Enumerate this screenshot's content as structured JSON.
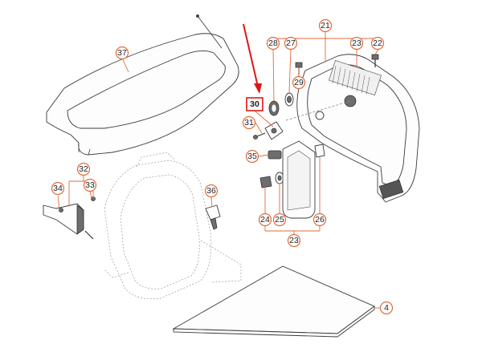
{
  "callouts": [
    {
      "id": "c37",
      "label": "37"
    },
    {
      "id": "c21",
      "label": "21"
    },
    {
      "id": "c28",
      "label": "28"
    },
    {
      "id": "c27",
      "label": "27"
    },
    {
      "id": "c23a",
      "label": "23"
    },
    {
      "id": "c22",
      "label": "22"
    },
    {
      "id": "c29",
      "label": "29"
    },
    {
      "id": "c31",
      "label": "31"
    },
    {
      "id": "c35",
      "label": "35"
    },
    {
      "id": "c32",
      "label": "32"
    },
    {
      "id": "c34",
      "label": "34"
    },
    {
      "id": "c33",
      "label": "33"
    },
    {
      "id": "c36",
      "label": "36"
    },
    {
      "id": "c24",
      "label": "24"
    },
    {
      "id": "c25",
      "label": "25"
    },
    {
      "id": "c26",
      "label": "26"
    },
    {
      "id": "c23b",
      "label": "23"
    },
    {
      "id": "c4",
      "label": "4"
    }
  ],
  "highlighted": {
    "label": "30",
    "highlight_color": "#e01515"
  },
  "accent_color": "#e06b3b",
  "arrow_color": "#e01515"
}
